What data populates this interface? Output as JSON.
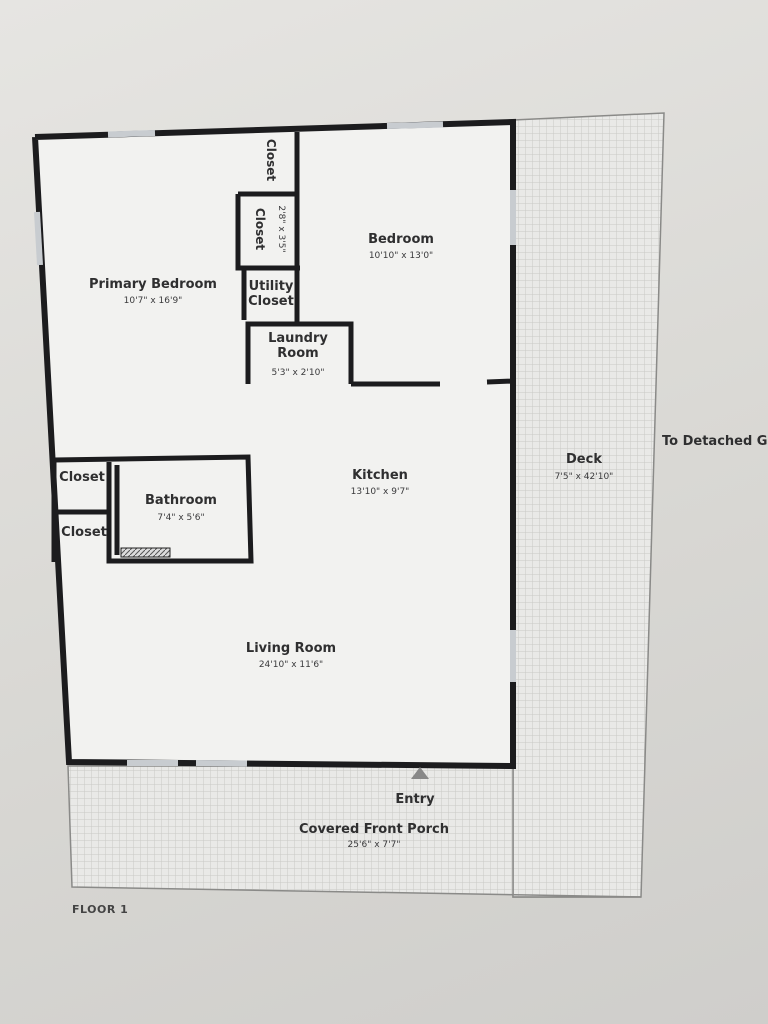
{
  "floor_label": "FLOOR 1",
  "side_note": "To Detached G",
  "rooms": {
    "primary_bedroom": {
      "name": "Primary Bedroom",
      "dims": "10'7\" x 16'9\""
    },
    "bedroom": {
      "name": "Bedroom",
      "dims": "10'10\" x 13'0\""
    },
    "closet_top": {
      "name": "Closet"
    },
    "closet_mid": {
      "name": "Closet",
      "dims": "2'8\" x 3'5\""
    },
    "utility_closet": {
      "name": "Utility Closet"
    },
    "laundry": {
      "name": "Laundry Room",
      "dims": "5'3\" x 2'10\""
    },
    "kitchen": {
      "name": "Kitchen",
      "dims": "13'10\" x 9'7\""
    },
    "bathroom": {
      "name": "Bathroom",
      "dims": "7'4\" x 5'6\""
    },
    "closet_left_1": {
      "name": "Closet"
    },
    "closet_left_2": {
      "name": "Closet"
    },
    "living_room": {
      "name": "Living Room",
      "dims": "24'10\" x 11'6\""
    },
    "deck": {
      "name": "Deck",
      "dims": "7'5\" x 42'10\""
    },
    "porch": {
      "name": "Covered Front Porch",
      "dims": "25'6\" x 7'7\""
    }
  },
  "entry_label": "Entry",
  "colors": {
    "wall": "#1c1c1e",
    "floor": "#f2f2f0",
    "deck_fill": "#e9e9e7",
    "deck_grid": "#c9c9c6",
    "window": "#c8ccd0"
  }
}
